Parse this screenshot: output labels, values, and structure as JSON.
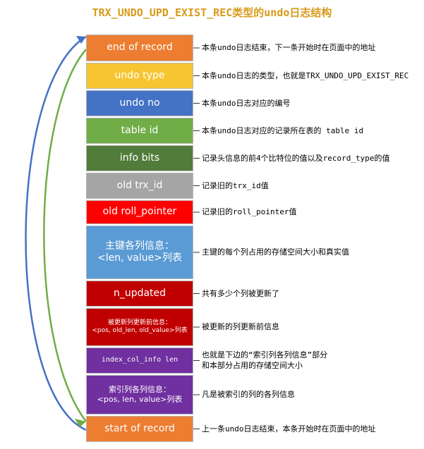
{
  "title": "TRX_UNDO_UPD_EXIST_REC类型的undo日志结构",
  "colors": {
    "arrow_blue": "#4472c4",
    "arrow_green": "#70ad47",
    "title": "#d89a1a"
  },
  "fields": [
    {
      "label": "end of record",
      "color": "#ed7d31",
      "desc": "本条undo日志结束，下一条开始时在页面中的地址"
    },
    {
      "label": "undo type",
      "color": "#f7c531",
      "desc": "本条undo日志的类型，也就是TRX_UNDO_UPD_EXIST_REC"
    },
    {
      "label": "undo no",
      "color": "#4472c4",
      "desc": "本条undo日志对应的编号"
    },
    {
      "label": "table id",
      "color": "#70ad47",
      "desc": "本条undo日志对应的记录所在表的 table id"
    },
    {
      "label": "info bits",
      "color": "#527c3a",
      "desc": "记录头信息的前4个比特位的值以及record_type的值"
    },
    {
      "label": "old trx_id",
      "color": "#a5a5a5",
      "desc": "记录旧的trx_id值"
    },
    {
      "label": "old roll_pointer",
      "color": "#ff0000",
      "desc": "记录旧的roll_pointer值"
    },
    {
      "label": "主键各列信息：\n<len, value>列表",
      "color": "#5b9bd5",
      "desc": "主键的每个列占用的存储空间大小和真实值"
    },
    {
      "label": "n_updated",
      "color": "#c00000",
      "desc": "共有多少个列被更新了"
    },
    {
      "label": "被更新列更新前信息：\n<pos, old_len, old_value>列表",
      "color": "#c00000",
      "desc": "被更新的列更新前信息"
    },
    {
      "label": "index_col_info len",
      "color": "#7030a0",
      "desc": "也就是下边的“索引列各列信息”部分\n和本部分占用的存储空间大小"
    },
    {
      "label": "索引列各列信息：\n<pos, len, value>列表",
      "color": "#7030a0",
      "desc": "凡是被索引的列的各列信息"
    },
    {
      "label": "start of record",
      "color": "#ed7d31",
      "desc": "上一条undo日志结束，本条开始时在页面中的地址"
    }
  ]
}
